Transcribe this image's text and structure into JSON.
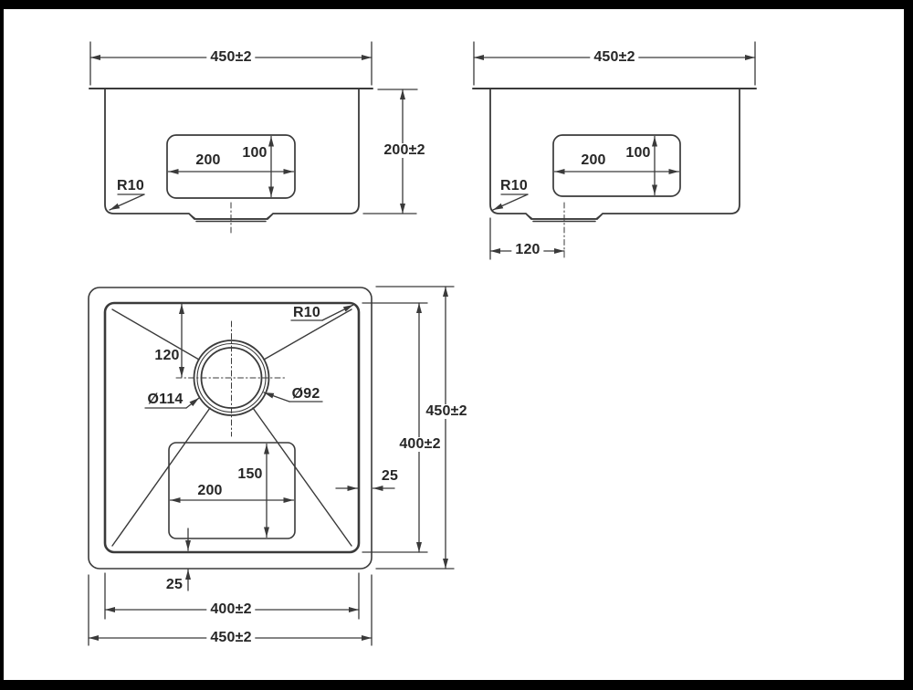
{
  "drawing_title": "undermount-sink-dimension-drawing",
  "colors": {
    "line": "#3a3a3a",
    "text": "#262626",
    "background": "#ffffff",
    "frame": "#000000"
  },
  "views": {
    "front": {
      "overall_width": "450±2",
      "depth": "200±2",
      "cutout_width": "200",
      "cutout_height": "100",
      "corner_radius": "R10"
    },
    "side": {
      "overall_width": "450±2",
      "cutout_width": "200",
      "cutout_height": "100",
      "corner_radius": "R10",
      "drain_offset": "120"
    },
    "plan": {
      "drain_from_top": "120",
      "corner_radius": "R10",
      "drain_outer_dia": "Ø114",
      "drain_inner_dia": "Ø92",
      "cutout_height": "150",
      "cutout_width": "200",
      "rim_right": "25",
      "rim_bottom": "25",
      "overall_height": "450±2",
      "bowl_height": "400±2",
      "bowl_width": "400±2",
      "overall_width": "450±2"
    }
  }
}
